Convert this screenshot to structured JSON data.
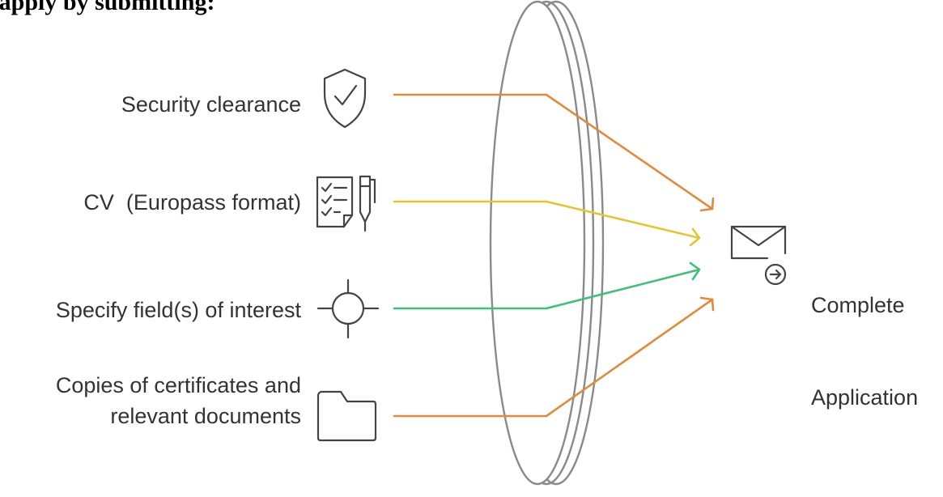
{
  "heading": "u can apply by submitting:",
  "inputs": [
    {
      "label": "Security clearance",
      "icon": "shield-check-icon",
      "color": "#E08A3A"
    },
    {
      "label": "CV  (Europass format)",
      "icon": "checklist-pen-icon",
      "color": "#E3C62F"
    },
    {
      "label": "Specify field(s) of interest",
      "icon": "crosshair-icon",
      "color": "#3CC07A"
    },
    {
      "label": "Copies of certificates and\nrelevant documents",
      "icon": "folder-icon",
      "color": "#E08A3A"
    }
  ],
  "result": {
    "line1": "Complete",
    "line2": "Application",
    "icon": "envelope-arrow-icon"
  },
  "lens": {
    "icon": "lens-disc",
    "color": "#888888"
  }
}
